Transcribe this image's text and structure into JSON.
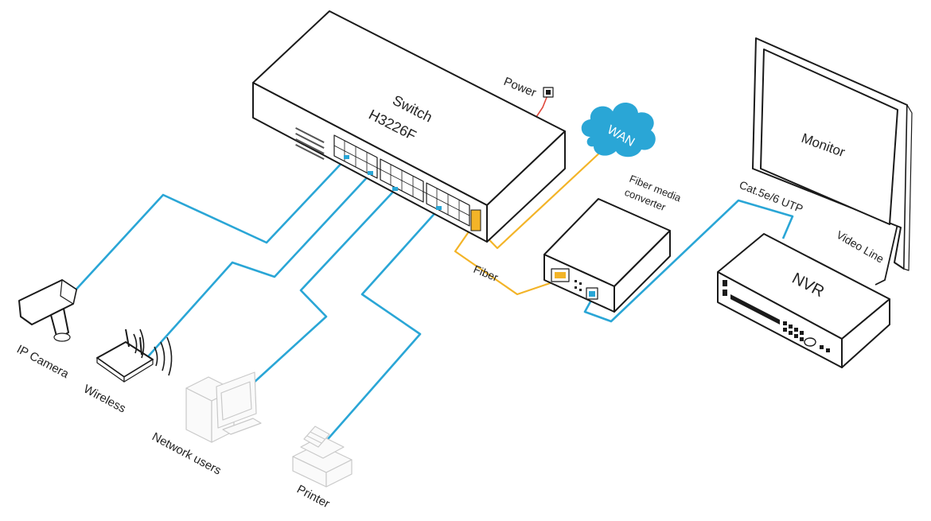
{
  "switch": {
    "name": "Switch",
    "model": "H3226F"
  },
  "labels": {
    "power": "Power",
    "wan": "WAN",
    "fiber_media_converter_line1": "Fiber media",
    "fiber_media_converter_line2": "converter",
    "fiber": "Fiber",
    "cat_utp": "Cat.5e/6 UTP",
    "video_line": "Video Line",
    "monitor": "Monitor",
    "nvr": "NVR"
  },
  "devices": {
    "ip_camera": "IP Camera",
    "wireless": "Wireless",
    "network_users": "Network users",
    "printer": "Printer"
  },
  "colors": {
    "ethernet_cable": "#2aa6d6",
    "fiber_cable": "#f3b428",
    "wan_cloud": "#2aa6d6",
    "outline": "#1a1a1a"
  }
}
